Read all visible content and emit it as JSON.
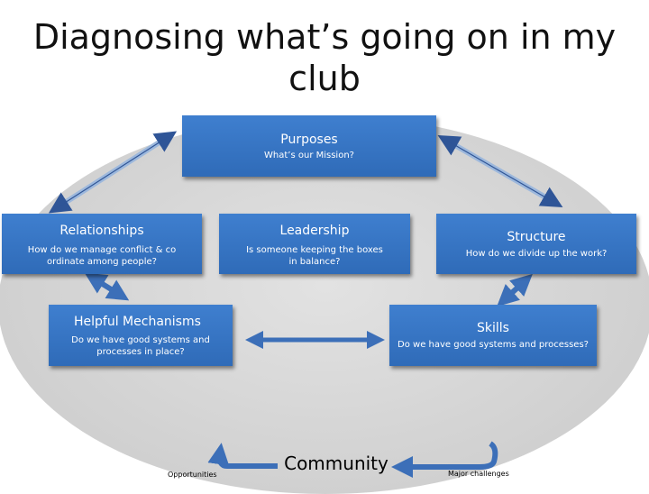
{
  "title": "Diagnosing what’s going on in my club",
  "boxes": {
    "purposes": {
      "title": "Purposes",
      "sub": "What’s our Mission?"
    },
    "relationships": {
      "title": "Relationships",
      "sub": "How do we manage conflict & co ordinate among people?"
    },
    "leadership": {
      "title": "Leadership",
      "sub": "Is someone keeping the boxes in balance?"
    },
    "structure": {
      "title": "Structure",
      "sub": "How do we divide up the work?"
    },
    "mechanisms": {
      "title": "Helpful Mechanisms",
      "sub": "Do we have good systems and processes in place?"
    },
    "skills": {
      "title": "Skills",
      "sub": "Do we have good systems and processes?"
    }
  },
  "bottom": {
    "community": "Community",
    "opportunities": "Opportunities",
    "challenges": "Major challenges"
  },
  "colors": {
    "box": "#3f7fcf",
    "ellipse": "#d4d4d4",
    "arrow_dark": "#2f5597",
    "arrow_light": "#9db8dc"
  }
}
